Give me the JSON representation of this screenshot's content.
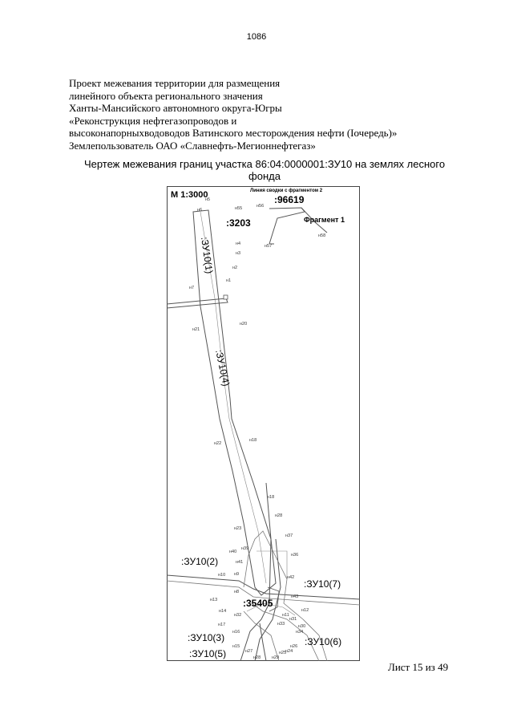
{
  "page_number": "1086",
  "header": {
    "lines": [
      "Проект межевания территории для размещения",
      "линейного объекта регионального значения",
      "Ханты-Мансийского автономного округа-Югры",
      "«Реконструкция нефтегазопроводов и",
      "высоконапорныхводоводов Ватинского месторождения нефти (Iочередь)»",
      "Землепользователь ОАО «Славнефть-Мегионнефтегаз»"
    ]
  },
  "drawing_title": {
    "line1": "Чертеж межевания границ участка 86:04:0000001:ЗУ10 на землях лесного",
    "line2": "фонда"
  },
  "drawing": {
    "scale": "М 1:3000",
    "note": "Линия сводки с фрагментом 2",
    "fragment_label": "Фрагмент 1",
    "parcel_numbers": [
      ":96619",
      ":3203",
      ":35405"
    ],
    "zone_labels": [
      ":ЗУ10(1)",
      ":ЗУ10(4)",
      ":ЗУ10(2)",
      ":ЗУ10(7)",
      ":ЗУ10(3)",
      ":ЗУ10(6)",
      ":ЗУ10(5)"
    ],
    "points": [
      "н5",
      "н6",
      "н56",
      "н55",
      "н57",
      "н58",
      "н4",
      "н3",
      "н2",
      "н1",
      "н7",
      "н21",
      "н20",
      "н22",
      "н18",
      "н18",
      "н28",
      "н23",
      "н37",
      "н39",
      "н36",
      "н40",
      "н41",
      "н10",
      "н9",
      "н42",
      "н8",
      "н43",
      "н13",
      "н12",
      "н14",
      "н32",
      "н11",
      "н31",
      "н17",
      "н33",
      "н30",
      "н16",
      "н34",
      "н15",
      "н26",
      "н27",
      "н25",
      "н24",
      "н28",
      "н29"
    ]
  },
  "sheet": "Лист 15 из 49"
}
